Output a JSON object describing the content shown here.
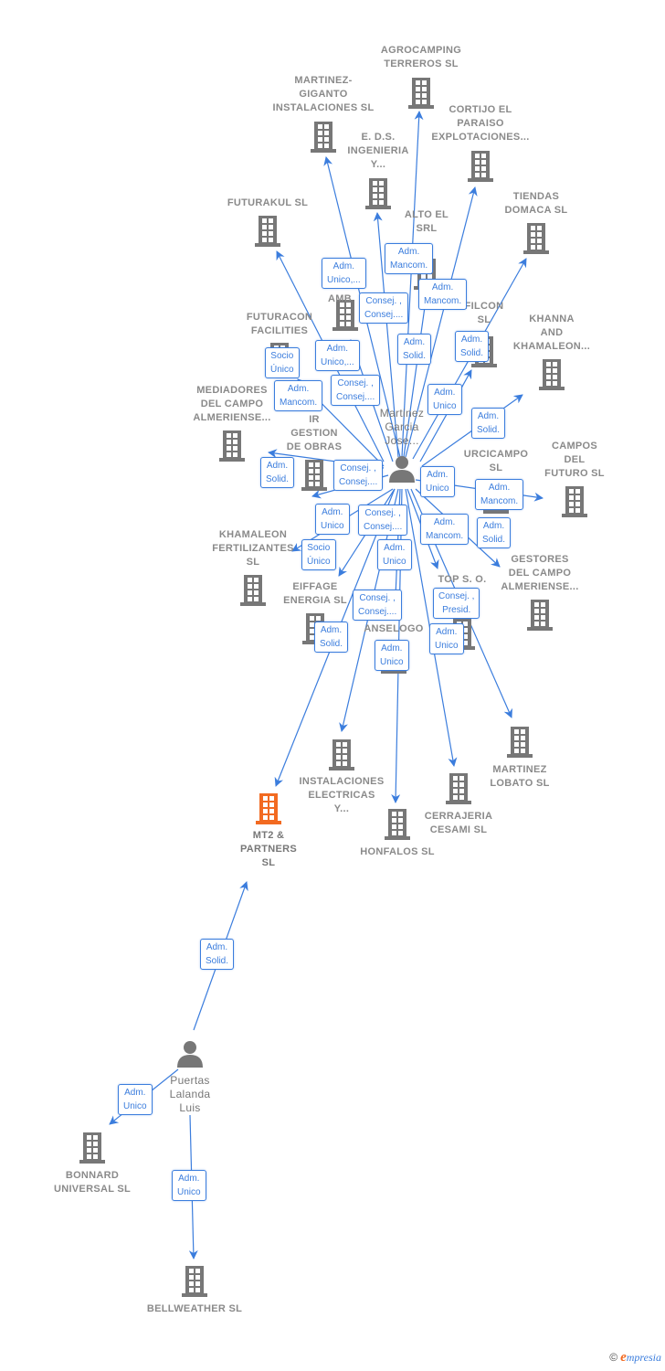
{
  "colors": {
    "edge": "#3b7ddd",
    "building": "#777777",
    "highlight": "#f26a21",
    "label": "#8a8a8a"
  },
  "nodes": [
    {
      "id": "agrocamping",
      "type": "company",
      "label": "AGROCAMPING\nTERREROS SL"
    },
    {
      "id": "giganto",
      "type": "company",
      "label": "MARTINEZ-\nGIGANTO\nINSTALACIONES SL"
    },
    {
      "id": "cortijo",
      "type": "company",
      "label": "CORTIJO EL\nPARAISO\nEXPLOTACIONES..."
    },
    {
      "id": "eds",
      "type": "company",
      "label": "E. D.S.\nINGENIERIA\nY..."
    },
    {
      "id": "futurakul",
      "type": "company",
      "label": "FUTURAKUL SL"
    },
    {
      "id": "tiendas",
      "type": "company",
      "label": "TIENDAS\nDOMACA SL"
    },
    {
      "id": "alto",
      "type": "company",
      "label": "ALTO EL\nSRL"
    },
    {
      "id": "amb",
      "type": "company",
      "label": "AMB"
    },
    {
      "id": "filcon",
      "type": "company",
      "label": "FILCON\nSL"
    },
    {
      "id": "khanna",
      "type": "company",
      "label": "KHANNA\nAND\nKHAMALEON..."
    },
    {
      "id": "futuracon",
      "type": "company",
      "label": "FUTURACON\nFACILITIES"
    },
    {
      "id": "mediadores",
      "type": "company",
      "label": "MEDIADORES\nDEL CAMPO\nALMERIENSE..."
    },
    {
      "id": "ir",
      "type": "company",
      "label": "IR\nGESTION\nDE OBRAS"
    },
    {
      "id": "martinez",
      "type": "person",
      "label": "Martinez\nGarcia\nJose..."
    },
    {
      "id": "urcicampo",
      "type": "company",
      "label": "URCICAMPO\nSL"
    },
    {
      "id": "campos",
      "type": "company",
      "label": "CAMPOS\nDEL\nFUTURO  SL"
    },
    {
      "id": "khamaleon",
      "type": "company",
      "label": "KHAMALEON\nFERTILIZANTES\nSL"
    },
    {
      "id": "gestores",
      "type": "company",
      "label": "GESTORES\nDEL CAMPO\nALMERIENSE..."
    },
    {
      "id": "eiffage",
      "type": "company",
      "label": "EIFFAGE\nENERGIA SL"
    },
    {
      "id": "ansel",
      "type": "company",
      "label": "ANSELOGO"
    },
    {
      "id": "top",
      "type": "company",
      "label": "TOP S.  O."
    },
    {
      "id": "instalaciones",
      "type": "company",
      "label": "INSTALACIONES\nELECTRICAS\nY..."
    },
    {
      "id": "lobato",
      "type": "company",
      "label": "MARTINEZ\nLOBATO  SL"
    },
    {
      "id": "cerrajeria",
      "type": "company",
      "label": "CERRAJERIA\nCESAMI  SL"
    },
    {
      "id": "honfalos",
      "type": "company",
      "label": "HONFALOS  SL"
    },
    {
      "id": "mt2",
      "type": "company-main",
      "label": "MT2 &\nPARTNERS\nSL"
    },
    {
      "id": "puertas",
      "type": "person",
      "label": "Puertas\nLalanda\nLuis"
    },
    {
      "id": "bonnard",
      "type": "company",
      "label": "BONNARD\nUNIVERSAL SL"
    },
    {
      "id": "bellweather",
      "type": "company",
      "label": "BELLWEATHER SL"
    }
  ],
  "edge_labels": [
    "Adm.\nMancom.",
    "Adm.\nUnico,...",
    "Consej. ,\nConsej....",
    "Adm.\nMancom.",
    "Adm.\nUnico,...",
    "Adm.\nSolid.",
    "Adm.\nSolid.",
    "Consej. ,\nConsej....",
    "Socio\nÚnico",
    "Adm.\nMancom.",
    "Adm.\nUnico",
    "Adm.\nSolid.",
    "Consej. ,\nConsej....",
    "Adm.\nSolid.",
    "Adm.\nUnico",
    "Adm.\nMancom.",
    "Socio\nÚnico",
    "Consej. ,\nConsej....",
    "Adm.\nUnico",
    "Adm.\nMancom.",
    "Adm.\nSolid.",
    "Adm.\nUnico",
    "Consej. ,\nConsej....",
    "Consej. ,\nPresid.",
    "Adm.\nSolid.",
    "Adm.\nUnico",
    "Adm.\nUnico",
    "Adm.\nSolid.",
    "Adm.\nUnico",
    "Adm.\nUnico"
  ],
  "footer": {
    "copyright": "©",
    "brand_initial": "e",
    "brand_rest": "mpresia"
  }
}
